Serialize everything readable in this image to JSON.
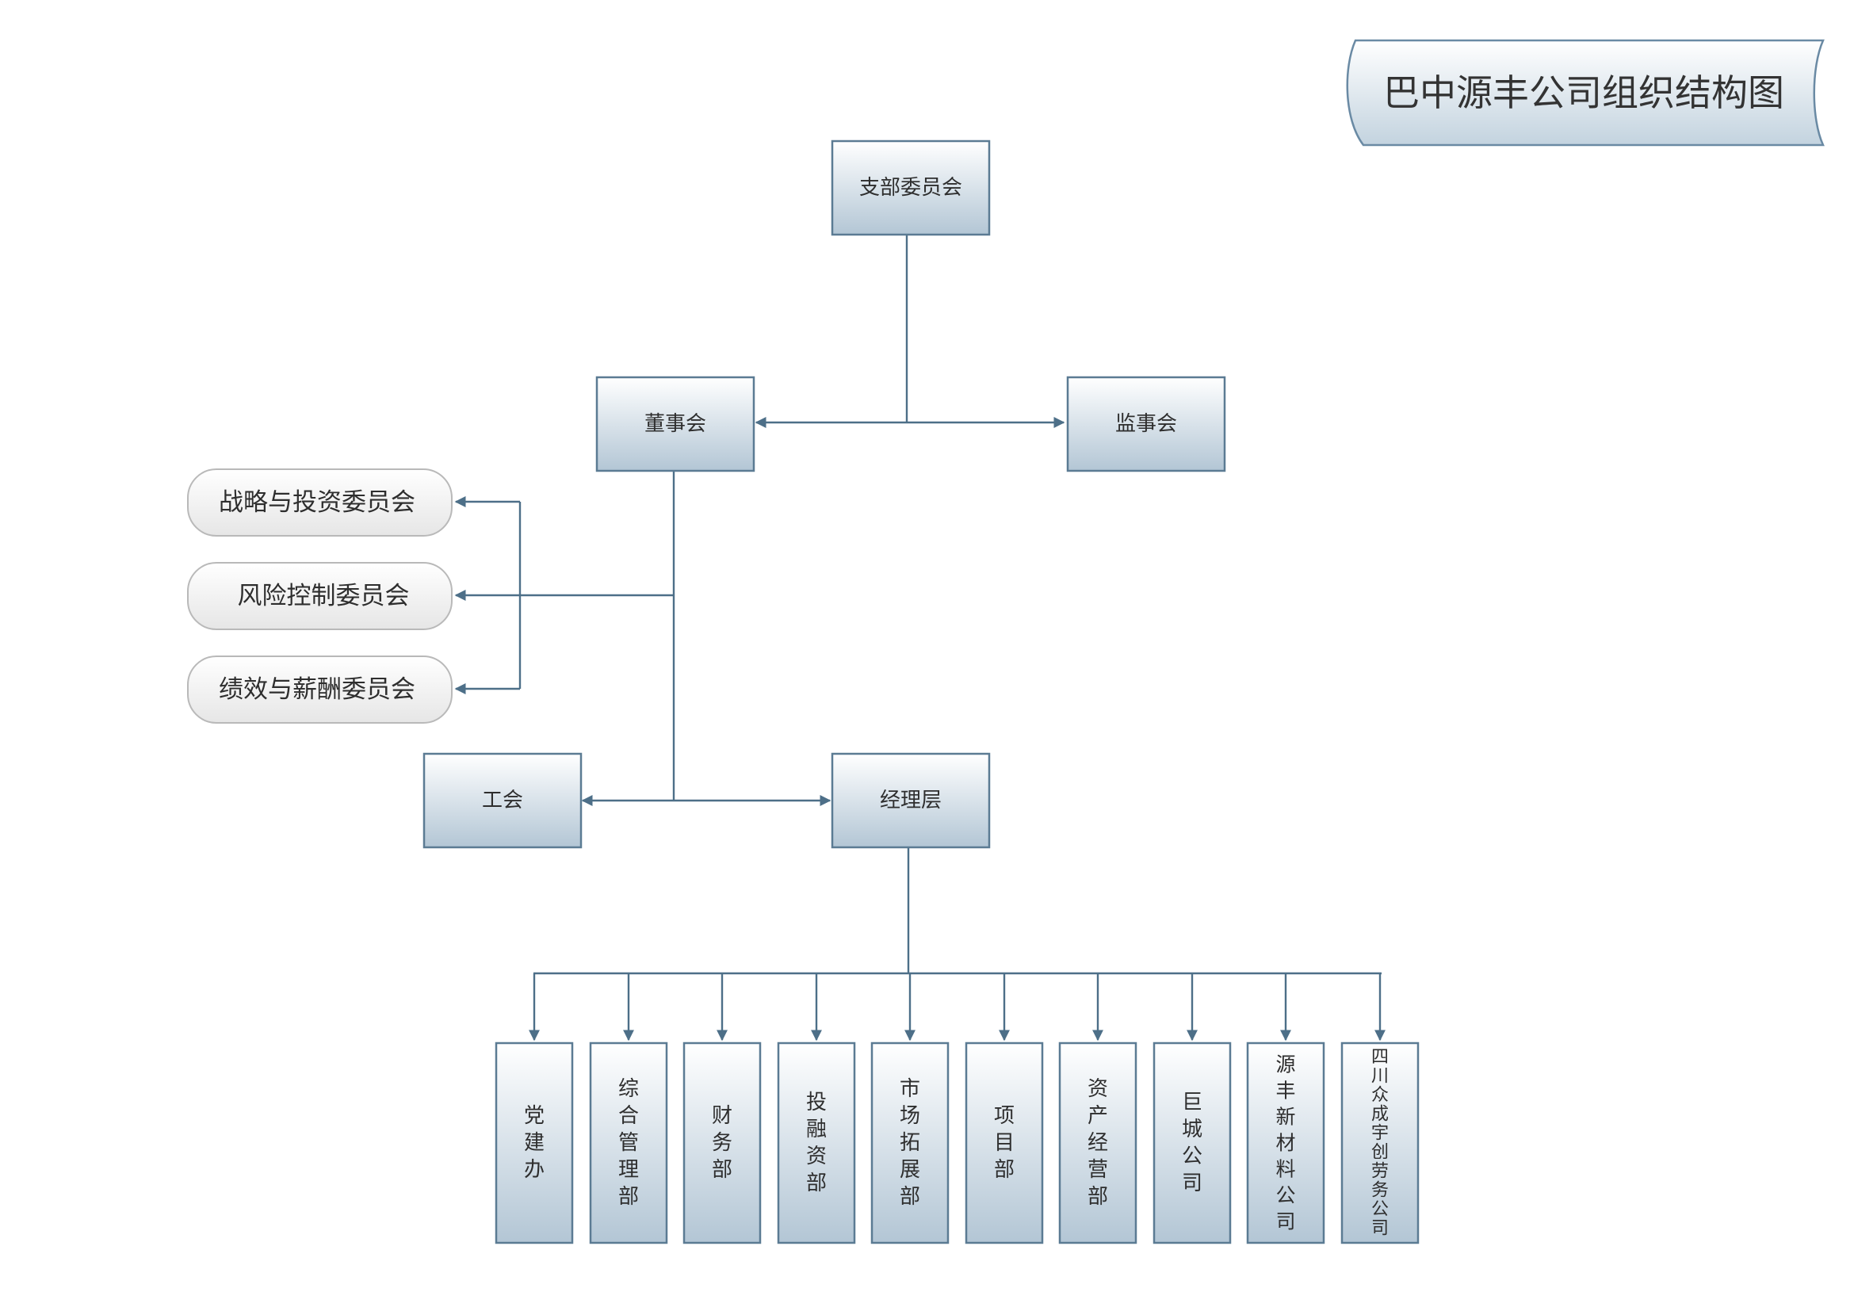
{
  "title": "巴中源丰公司组织结构图",
  "nodes": {
    "party_committee": "支部委员会",
    "board": "董事会",
    "supervisors": "监事会",
    "union": "工会",
    "management": "经理层"
  },
  "committees": [
    "战略与投资委员会",
    "风险控制委员会",
    "绩效与薪酬委员会"
  ],
  "departments": [
    "党建办",
    "综合管理部",
    "财务部",
    "投融资部",
    "市场拓展部",
    "项目部",
    "资产经营部",
    "巨城公司",
    "源丰新材料公司",
    "四川众成宇创劳务公司"
  ],
  "colors": {
    "box_top": "#ffffff",
    "box_bottom": "#b3c6d5",
    "box_border": "#5b7b93",
    "connector": "#4d6f88",
    "pill_fill": "#f2f2f2",
    "text": "#2e2e2e"
  }
}
